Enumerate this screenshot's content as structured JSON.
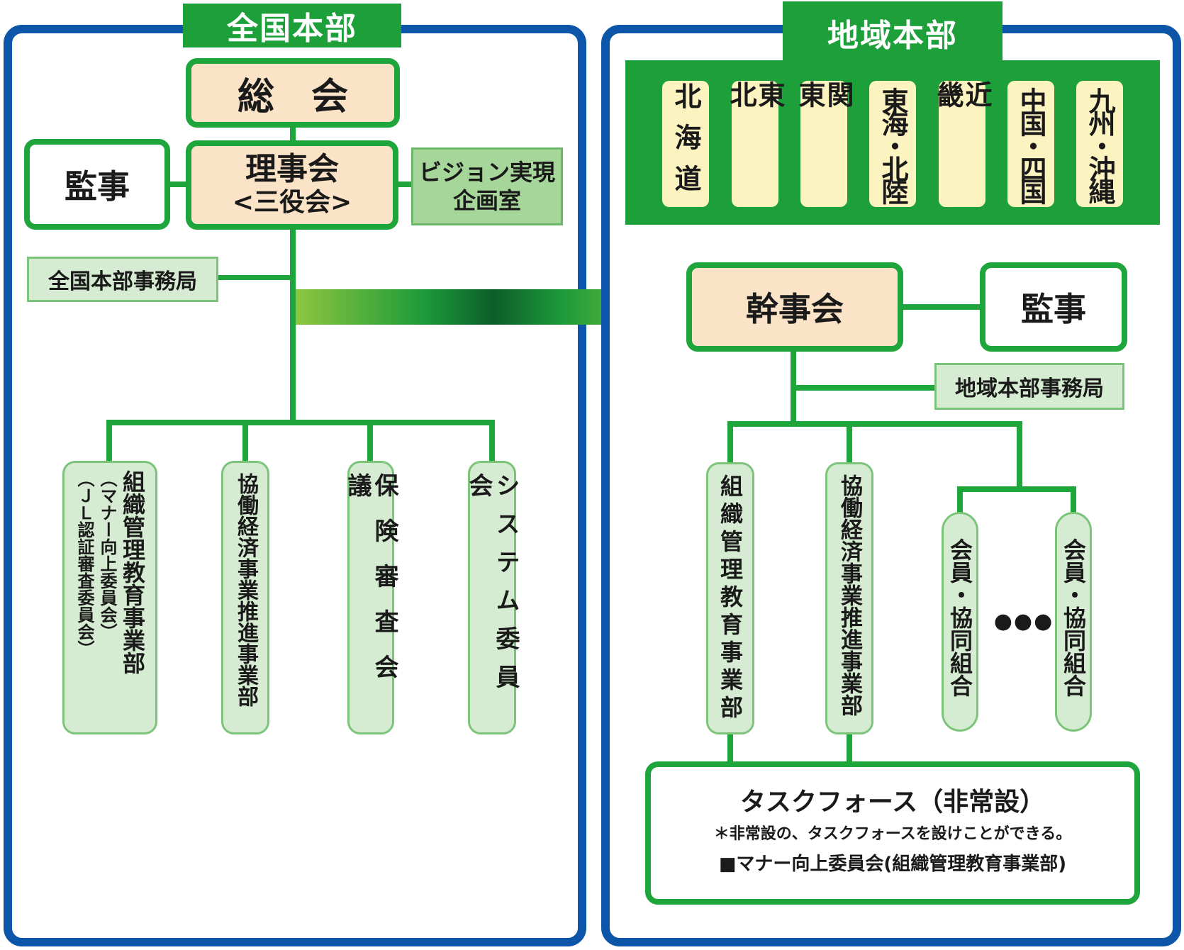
{
  "left": {
    "tab": "全国本部",
    "general_assembly": "総　会",
    "auditor": "監事",
    "board_line1": "理事会",
    "board_line2": "<三役会>",
    "vision_line1": "ビジョン実現",
    "vision_line2": "企画室",
    "secretariat": "全国本部事務局",
    "departments": [
      {
        "label": "組織管理教育事業部",
        "sub1": "（マナー向上委員会）",
        "sub2": "（ＪＬ認証審査委員会）"
      },
      {
        "label": "協働経済事業推進事業部"
      },
      {
        "label": "保険審査会議"
      },
      {
        "label": "システム委員会"
      }
    ]
  },
  "right": {
    "tab": "地域本部",
    "regions": [
      "北海道",
      "東北",
      "関東",
      "東海・北陸",
      "近畿",
      "中国・四国",
      "九州・沖縄"
    ],
    "committee": "幹事会",
    "auditor": "監事",
    "secretariat": "地域本部事務局",
    "departments": [
      "組織管理教育事業部",
      "協働経済事業推進事業部"
    ],
    "members": [
      "会員・協同組合",
      "会員・協同組合"
    ],
    "ellipsis": "●●●",
    "taskforce_title": "タスクフォース（非常設）",
    "taskforce_note": "＊非常設の、タスクフォースを設けことができる。",
    "taskforce_item": "■マナー向上委員会(組織管理教育事業部)"
  },
  "colors": {
    "panel_border": "#0d55a8",
    "green": "#1ea53c",
    "peach": "#fbe3c7",
    "region_yellow": "#fbf4c0"
  }
}
